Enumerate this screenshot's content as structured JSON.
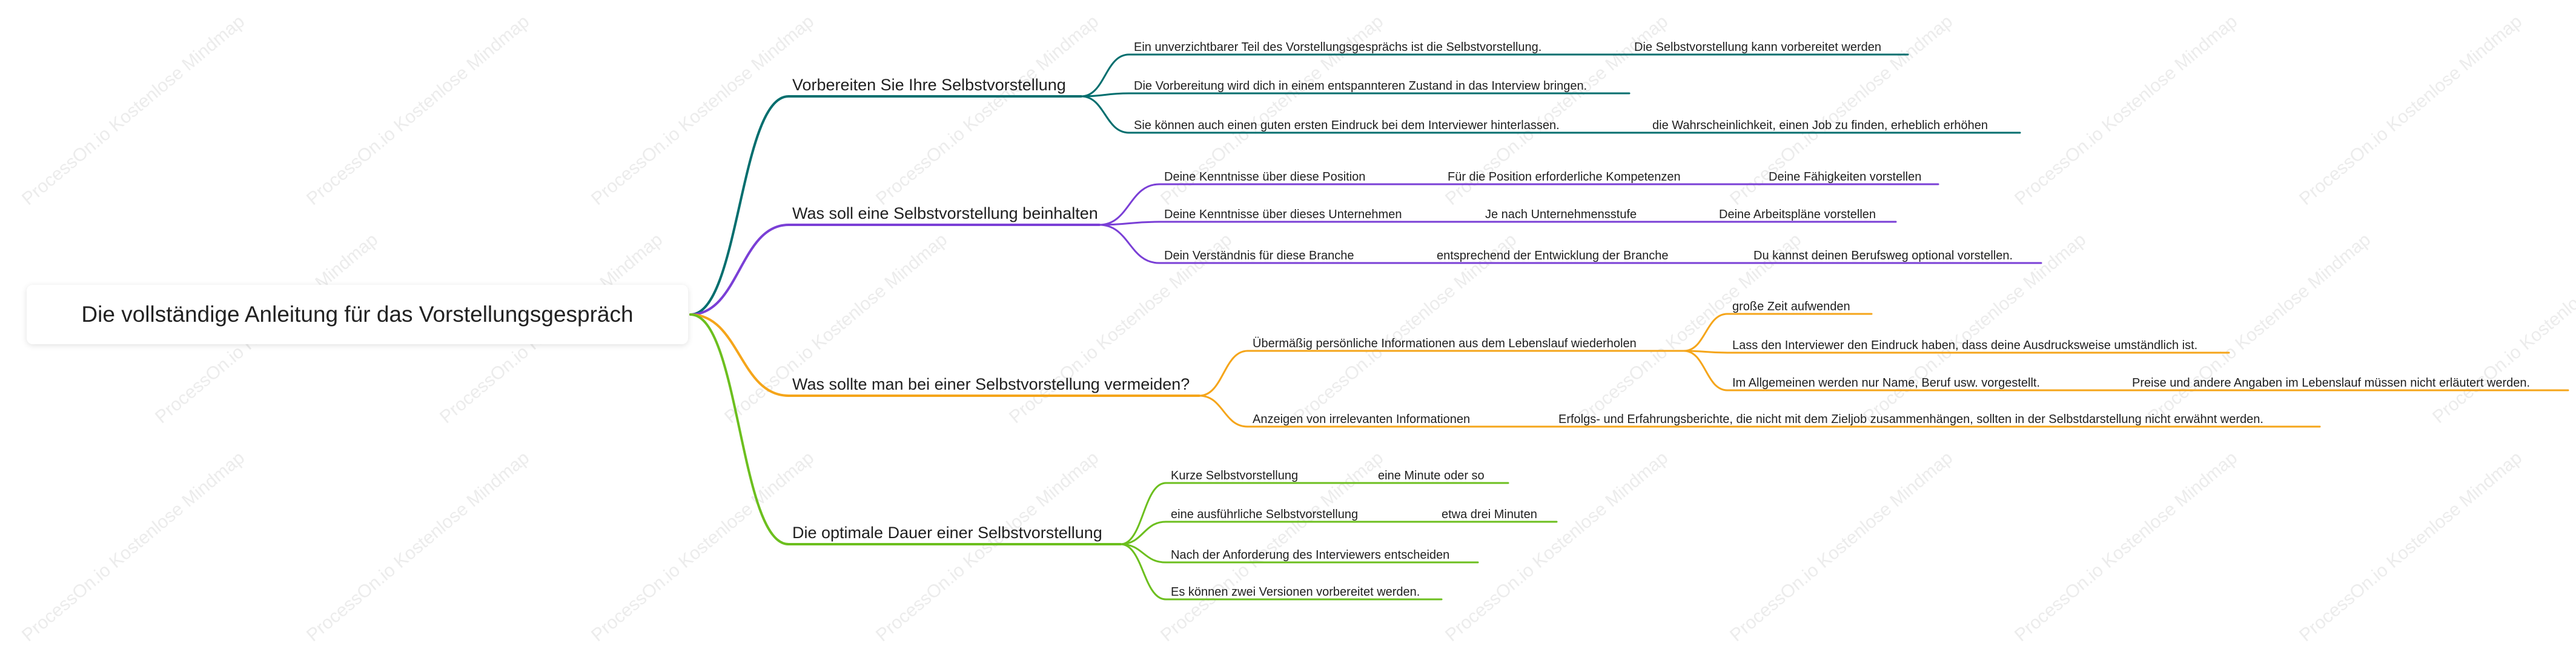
{
  "root": {
    "label": "Die vollständige Anleitung für das Vorstellungsgespräch"
  },
  "watermark": "ProcessOn.io Kostenlose Mindmap",
  "colors": {
    "branch1": "#006e6e",
    "branch2": "#7a3fd6",
    "branch3": "#f5a51a",
    "branch4": "#6cbf1e"
  },
  "branches": [
    {
      "label": "Vorbereiten Sie Ihre Selbstvorstellung",
      "children": [
        {
          "label": "Ein unverzichtbarer Teil des Vorstellungsgesprächs ist die Selbstvorstellung.",
          "children": [
            {
              "label": "Die Selbstvorstellung kann vorbereitet werden"
            }
          ]
        },
        {
          "label": "Die Vorbereitung wird dich in einem entspannteren Zustand in das Interview bringen."
        },
        {
          "label": "Sie können auch einen guten ersten Eindruck bei dem Interviewer hinterlassen.",
          "children": [
            {
              "label": "die Wahrscheinlichkeit, einen Job zu finden, erheblich erhöhen"
            }
          ]
        }
      ]
    },
    {
      "label": "Was soll eine Selbstvorstellung beinhalten",
      "children": [
        {
          "label": "Deine Kenntnisse über diese Position",
          "children": [
            {
              "label": "Für die Position erforderliche Kompetenzen",
              "children": [
                {
                  "label": "Deine Fähigkeiten vorstellen"
                }
              ]
            }
          ]
        },
        {
          "label": "Deine Kenntnisse über dieses Unternehmen",
          "children": [
            {
              "label": "Je nach Unternehmensstufe",
              "children": [
                {
                  "label": "Deine Arbeitspläne vorstellen"
                }
              ]
            }
          ]
        },
        {
          "label": "Dein Verständnis für diese Branche",
          "children": [
            {
              "label": "entsprechend der Entwicklung der Branche",
              "children": [
                {
                  "label": "Du kannst deinen Berufsweg optional vorstellen."
                }
              ]
            }
          ]
        }
      ]
    },
    {
      "label": "Was sollte man bei einer Selbstvorstellung vermeiden?",
      "children": [
        {
          "label": "Übermäßig persönliche Informationen aus dem Lebenslauf wiederholen",
          "children": [
            {
              "label": "große Zeit aufwenden"
            },
            {
              "label": "Lass den Interviewer den Eindruck haben, dass deine Ausdrucksweise umständlich ist."
            },
            {
              "label": "Im Allgemeinen werden nur Name, Beruf usw. vorgestellt.",
              "children": [
                {
                  "label": "Preise und andere Angaben im Lebenslauf müssen nicht erläutert werden."
                }
              ]
            }
          ]
        },
        {
          "label": "Anzeigen von irrelevanten Informationen",
          "children": [
            {
              "label": "Erfolgs- und Erfahrungsberichte, die nicht mit dem Zieljob zusammenhängen, sollten in der Selbstdarstellung nicht erwähnt werden."
            }
          ]
        }
      ]
    },
    {
      "label": "Die optimale Dauer einer Selbstvorstellung",
      "children": [
        {
          "label": "Kurze Selbstvorstellung",
          "children": [
            {
              "label": "eine Minute oder so"
            }
          ]
        },
        {
          "label": "eine ausführliche Selbstvorstellung",
          "children": [
            {
              "label": "etwa drei Minuten"
            }
          ]
        },
        {
          "label": "Nach der Anforderung des Interviewers entscheiden"
        },
        {
          "label": "Es können zwei Versionen vorbereitet werden."
        }
      ]
    }
  ]
}
